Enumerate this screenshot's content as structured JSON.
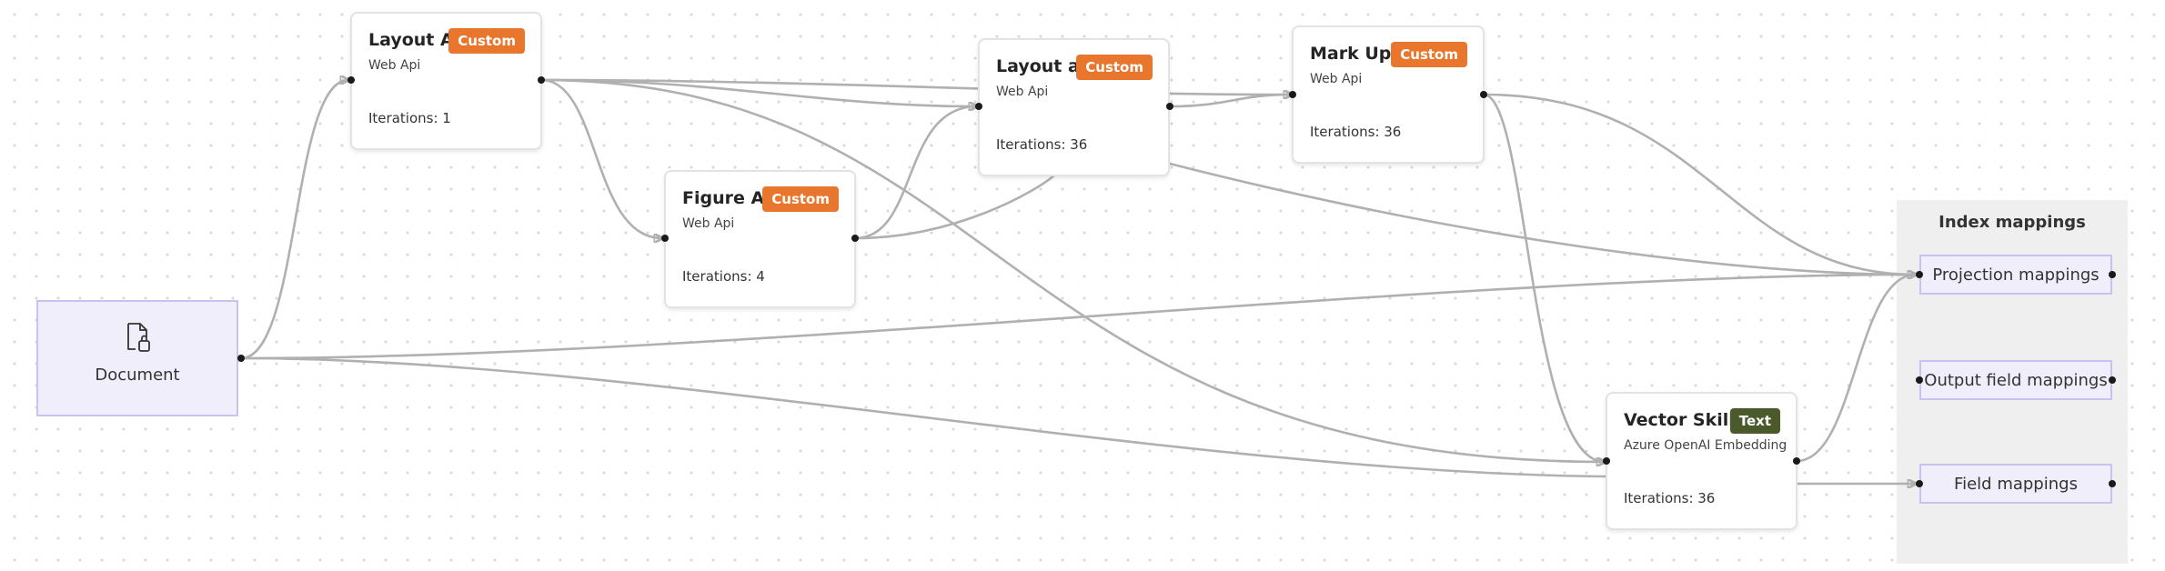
{
  "colors": {
    "custom_badge": "#e8762c",
    "text_badge": "#4b5a2a",
    "edge": "#b0b0b0",
    "mapping_fill": "#f0eefb",
    "mapping_border": "#c9c2ee"
  },
  "document": {
    "label": "Document",
    "icon": "document-icon"
  },
  "skills": {
    "layout_analyzer_1": {
      "title": "Layout An...",
      "subtitle": "Web Api",
      "badge": "Custom",
      "iterations": "Iterations: 1"
    },
    "figure_analyzer": {
      "title": "Figure An...",
      "subtitle": "Web Api",
      "badge": "Custom",
      "iterations": "Iterations: 4"
    },
    "layout_analyzer_2": {
      "title": "Layout an...",
      "subtitle": "Web Api",
      "badge": "Custom",
      "iterations": "Iterations: 36"
    },
    "markup": {
      "title": "Mark Up ...",
      "subtitle": "Web Api",
      "badge": "Custom",
      "iterations": "Iterations: 36"
    },
    "vector": {
      "title": "Vector Skill",
      "subtitle": "Azure OpenAI Embedding",
      "badge": "Text",
      "iterations": "Iterations: 36"
    }
  },
  "index_mappings": {
    "title": "Index mappings",
    "items": {
      "projection": "Projection mappings",
      "output_field": "Output field mappings",
      "field": "Field mappings"
    }
  }
}
